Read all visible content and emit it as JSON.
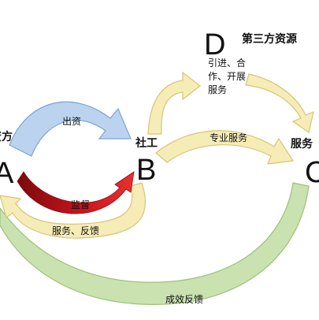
{
  "nodes": {
    "funder": {
      "letter": "A",
      "label": "资方"
    },
    "social_worker": {
      "letter": "B",
      "label": "社工"
    },
    "service_target": {
      "letter": "C",
      "label": "服务"
    },
    "third_party": {
      "letter": "D",
      "label": "第三方资源"
    }
  },
  "arrows": {
    "funding": "出资",
    "supervision": "监督",
    "service_feedback": "服务、反馈",
    "introduce": "引进、合作、开展服务",
    "professional_service": "专业服务",
    "outcome_feedback": "成效反馈"
  },
  "colors": {
    "funding_arrow": "#bcd3ef",
    "supervision_arrow": "#c8141c",
    "feedback_arrow": "#f6ecb6",
    "outcome_arrow": "#c9e2b0"
  }
}
